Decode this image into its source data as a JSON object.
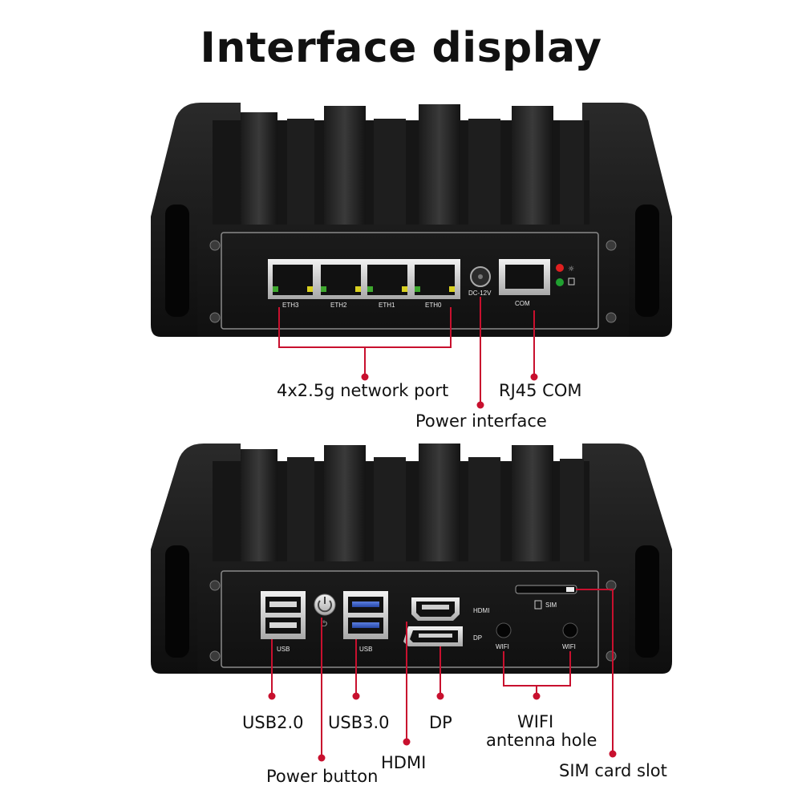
{
  "title": "Interface display",
  "accent_color": "#c8102e",
  "top_panel": {
    "port_labels": [
      "ETH3",
      "ETH2",
      "ETH1",
      "ETH0"
    ],
    "power_label": "DC-12V",
    "com_label": "COM",
    "callouts": {
      "network": "4x2.5g network port",
      "rj45": "RJ45 COM",
      "power": "Power interface"
    }
  },
  "bottom_panel": {
    "usb2_label": "USB",
    "usb3_label": "USB",
    "hdmi_label": "HDMI",
    "dp_label": "DP",
    "wifi_left_label": "WIFI",
    "wifi_right_label": "WIFI",
    "sim_label": "SIM",
    "callouts": {
      "usb2": "USB2.0",
      "usb3": "USB3.0",
      "dp": "DP",
      "wifi_line1": "WIFI",
      "wifi_line2": "antenna hole",
      "hdmi": "HDMI",
      "power_button": "Power button",
      "sim": "SIM card slot"
    }
  },
  "icons": [
    "power-button-icon",
    "sim-card-icon",
    "led-indicator-icon",
    "rj45-port-icon"
  ]
}
